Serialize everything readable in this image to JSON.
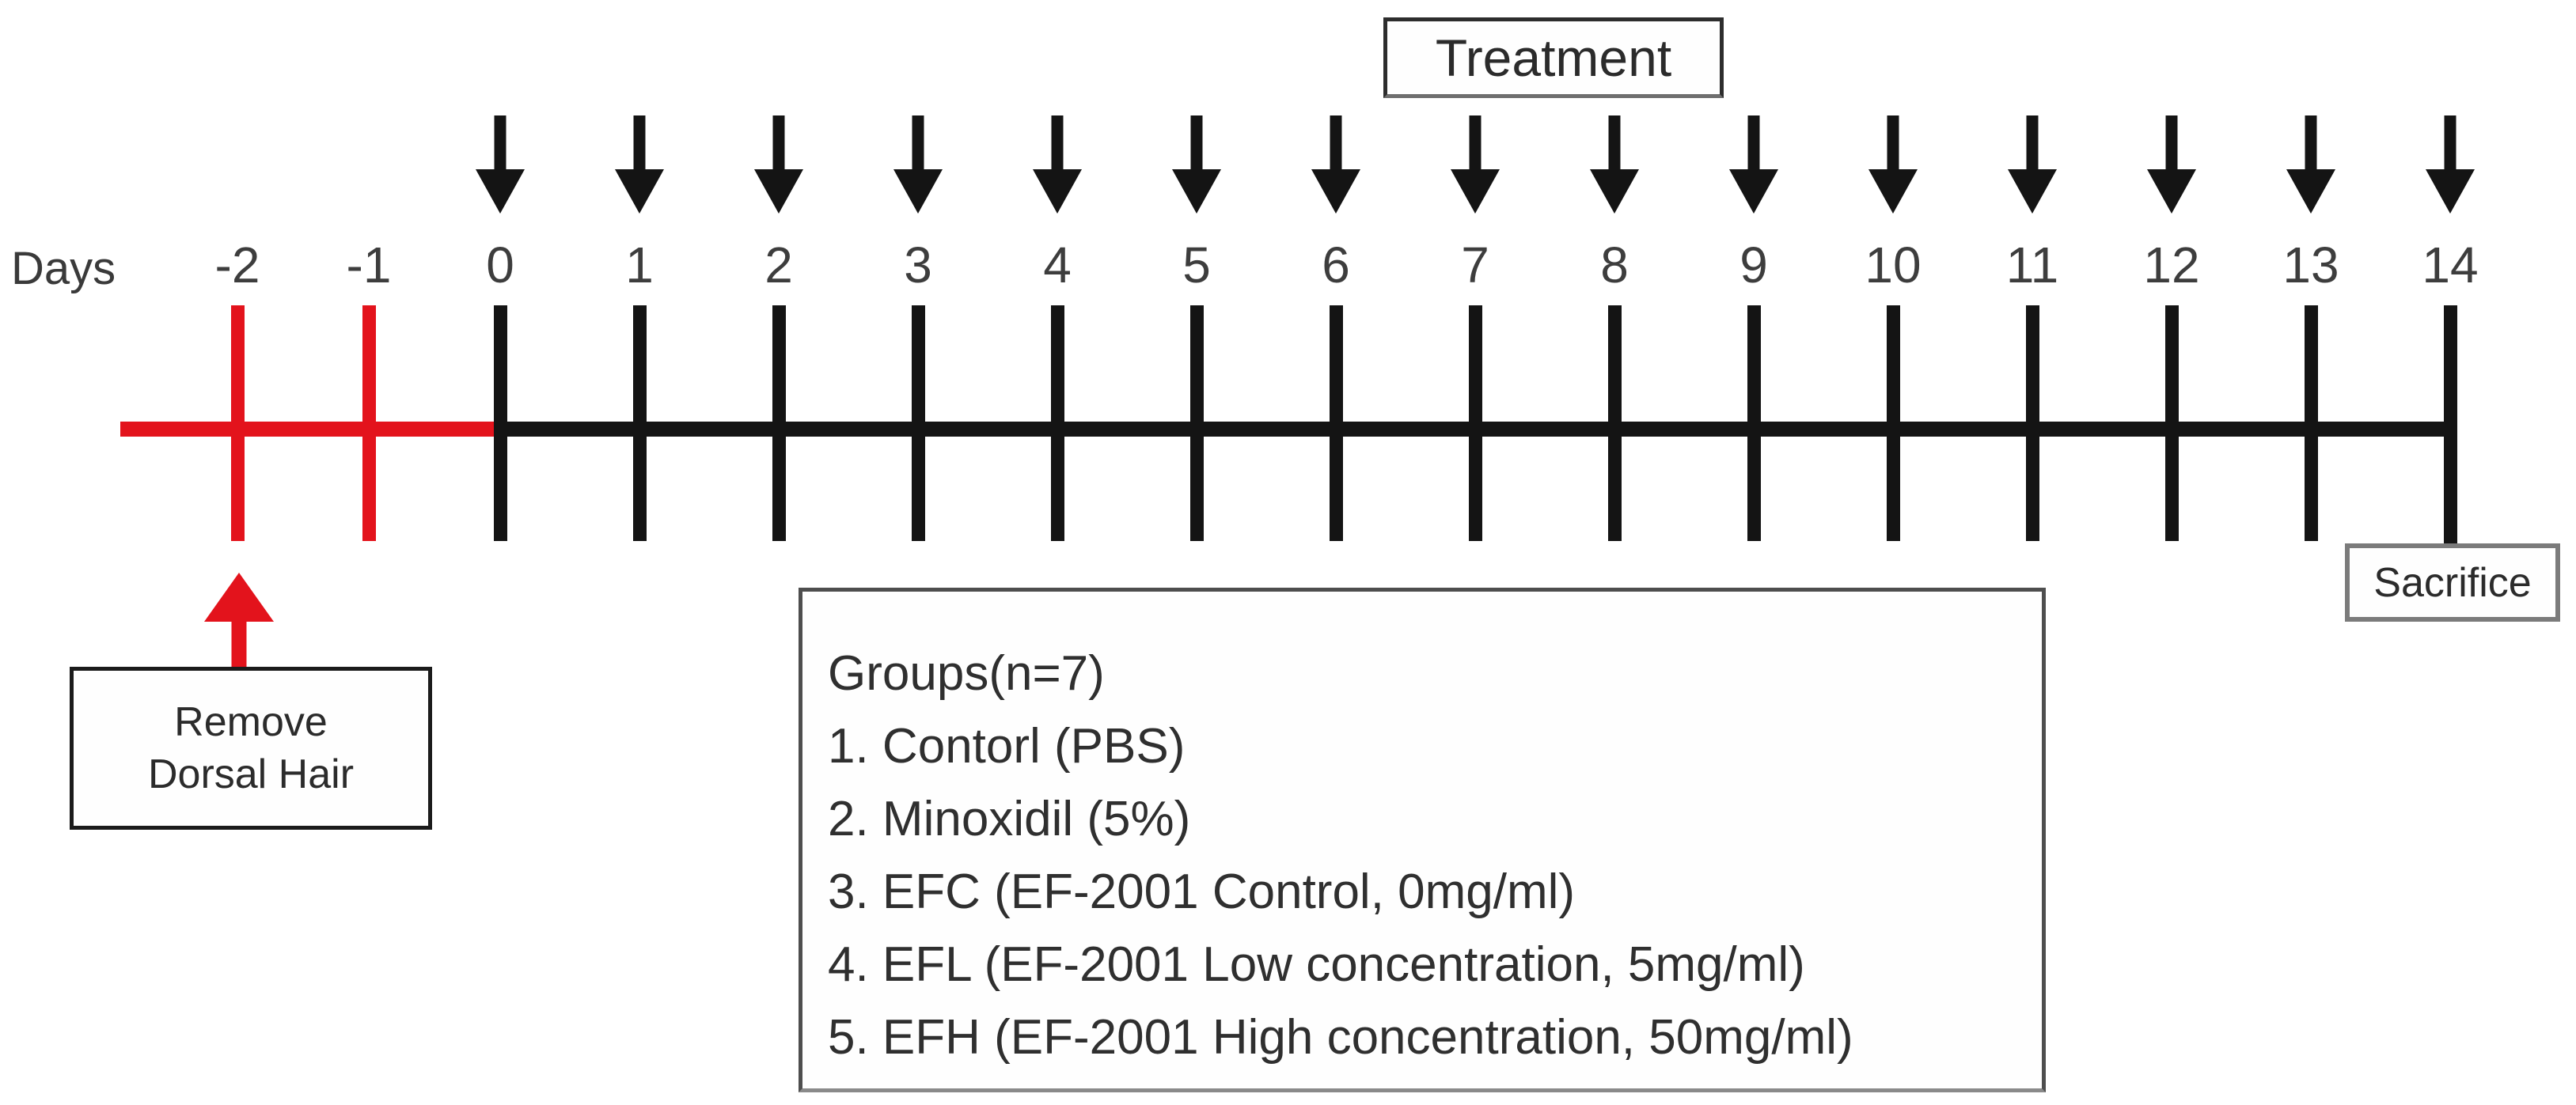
{
  "figure": {
    "days_axis_label": "Days",
    "treatment_label": "Treatment",
    "sacrifice_label": "Sacrifice",
    "remove_dorsal_hair": {
      "line1": "Remove",
      "line2": "Dorsal Hair"
    },
    "timeline": {
      "pre_days": [
        "-2",
        "-1"
      ],
      "treatment_days": [
        "0",
        "1",
        "2",
        "3",
        "4",
        "5",
        "6",
        "7",
        "8",
        "9",
        "10",
        "11",
        "12",
        "13",
        "14"
      ]
    },
    "groups": {
      "title": "Groups(n=7)",
      "items": [
        "1. Contorl (PBS)",
        "2. Minoxidil (5%)",
        "3. EFC (EF-2001 Control, 0mg/ml)",
        "4. EFL (EF-2001 Low concentration, 5mg/ml)",
        "5. EFH (EF-2001 High concentration, 50mg/ml)"
      ]
    },
    "colors": {
      "red": "#e3131c",
      "black": "#141414",
      "gray_border": "#7b7b7b"
    }
  }
}
